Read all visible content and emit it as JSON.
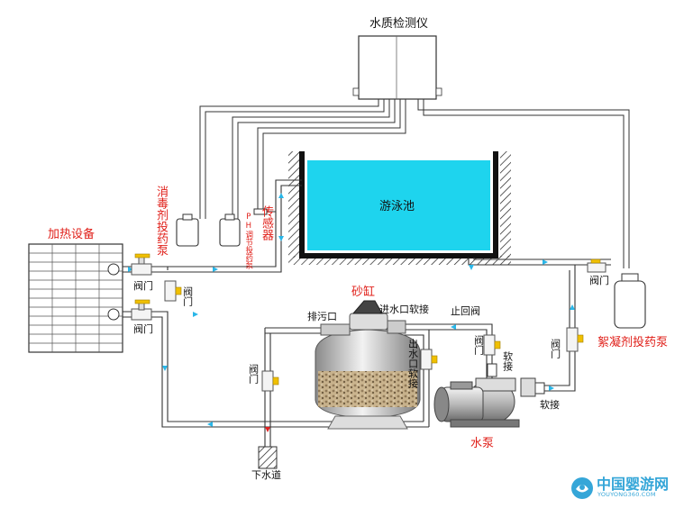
{
  "labels": {
    "water_quality_monitor": "水质检测仪",
    "pool": "游泳池",
    "heating_equipment": "加热设备",
    "disinfectant_pump": "消毒剂投药泵",
    "sensor": "传感器",
    "ph_pump": "PH调节投药泵",
    "sand_filter": "砂缸",
    "drain_outlet": "排污口",
    "inlet_hose": "进水口软接",
    "check_valve": "止回阀",
    "outlet_hose": "出水口软接",
    "hose_1": "软接",
    "hose_2": "软接",
    "water_pump": "水泵",
    "flocculant_pump": "絮凝剂投药泵",
    "sewer": "下水道",
    "valve_heater_top": "阀门",
    "valve_heater_bottom": "阀门",
    "valve_pipe_vertical": "阀门",
    "valve_drain": "阀门",
    "valve_outlet": "阀门",
    "valve_right": "阀门",
    "valve_flocculant": "阀门"
  },
  "logo": {
    "name": "中国婴游网",
    "url": "YOUYONG360.COM"
  },
  "colors": {
    "pool_water": "#1ed4ee",
    "pipe_fill": "#ffffff",
    "pipe_stroke": "#333333",
    "flow_arrow": "#29b6e8",
    "drain_arrow": "#e02020",
    "accent_red": "#e0201a",
    "valve_handle": "#f0c000",
    "logo_blue": "#35a6d8"
  }
}
